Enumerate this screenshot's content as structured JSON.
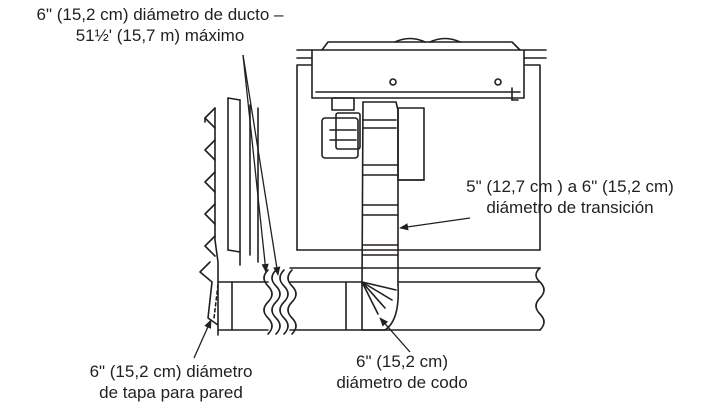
{
  "labels": {
    "duct_diameter": {
      "line1": "6\" (15,2 cm) diámetro de ducto –",
      "line2": "51½' (15,7 m) máximo"
    },
    "transition": {
      "line1": "5\" (12,7 cm ) a 6\" (15,2 cm)",
      "line2": "diámetro de transición"
    },
    "elbow": {
      "line1": "6\" (15,2 cm)",
      "line2": "diámetro de codo"
    },
    "wall_cap": {
      "line1": "6\" (15,2 cm) diámetro",
      "line2": "de tapa para pared"
    }
  },
  "colors": {
    "ink": "#231f20",
    "background": "#ffffff"
  }
}
